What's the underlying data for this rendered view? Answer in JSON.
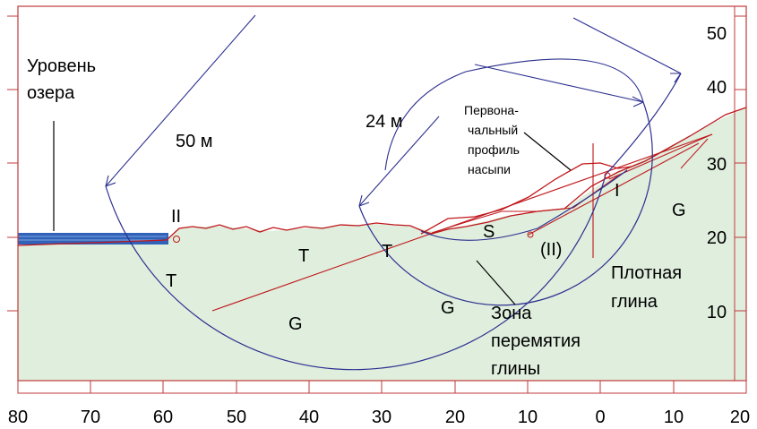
{
  "x_axis": {
    "ticks": [
      "80",
      "70",
      "60",
      "50",
      "40",
      "30",
      "20",
      "10",
      "0",
      "10",
      "20"
    ]
  },
  "y_axis": {
    "ticks": [
      "50",
      "40",
      "30",
      "20",
      "10"
    ]
  },
  "labels": {
    "lake_level_line1": "Уровень",
    "lake_level_line2": "озера",
    "radius_large": "50 м",
    "radius_small": "24 м",
    "initial_profile_line1": "Первона-",
    "initial_profile_line2": "чальный",
    "initial_profile_line3": "профиль",
    "initial_profile_line4": "насыпи",
    "slip_II": "II",
    "slip_I": "I",
    "slip_II_paren": "(II)",
    "soil_T_1": "T",
    "soil_T_2": "T",
    "soil_T_3": "T",
    "soil_S": "S",
    "soil_G_1": "G",
    "soil_G_2": "G",
    "soil_G_3": "G",
    "dense_clay_line1": "Плотная",
    "dense_clay_line2": "глина",
    "remolded_zone_line1": "Зона",
    "remolded_zone_line2": "перемятия",
    "remolded_zone_line3": "глины"
  },
  "colors": {
    "frame": "#c0393b",
    "ground_fill": "#dfeedd",
    "water": "#2f62b8",
    "slip_circle": "#2b2f8f",
    "profile": "#c0161b"
  }
}
